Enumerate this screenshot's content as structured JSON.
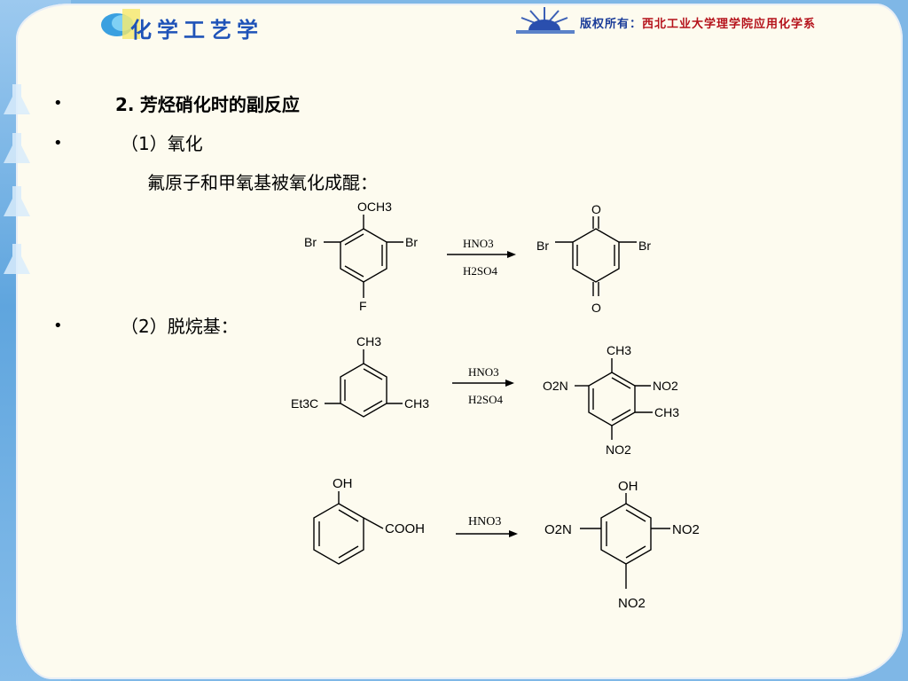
{
  "header": {
    "logo_text": "化学工艺学",
    "copyright_label": "版权所有：",
    "copyright_owner": "西北工业大学理学院应用化学系"
  },
  "bullets": {
    "b1_num": "2.",
    "b1_title": "芳烃硝化时的副反应",
    "b2": "（1）氧化",
    "b2_desc": "氟原子和甲氧基被氧化成醌：",
    "b3": "（2）脱烷基："
  },
  "bullet_char": "•",
  "reaction1": {
    "reactant": {
      "top": "OCH3",
      "left": "Br",
      "right": "Br",
      "bottom": "F"
    },
    "reagent_top": "HNO3",
    "reagent_bottom": "H2SO4",
    "product": {
      "top": "O",
      "left": "Br",
      "right": "Br",
      "bottom": "O"
    }
  },
  "reaction2": {
    "reactant": {
      "top": "CH3",
      "left": "Et3C",
      "right": "CH3"
    },
    "reagent_top": "HNO3",
    "reagent_bottom": "H2SO4",
    "product": {
      "top": "CH3",
      "left": "O2N",
      "right": "NO2",
      "right2": "CH3",
      "bottom": "NO2"
    }
  },
  "reaction3": {
    "reactant": {
      "top": "OH",
      "right": "COOH"
    },
    "reagent_top": "HNO3",
    "product": {
      "top": "OH",
      "left": "O2N",
      "right": "NO2",
      "bottom": "NO2"
    }
  },
  "colors": {
    "logo_blue": "#1f53b8",
    "copyright_red": "#b5121b",
    "background_blue": "#7fb7e6"
  }
}
